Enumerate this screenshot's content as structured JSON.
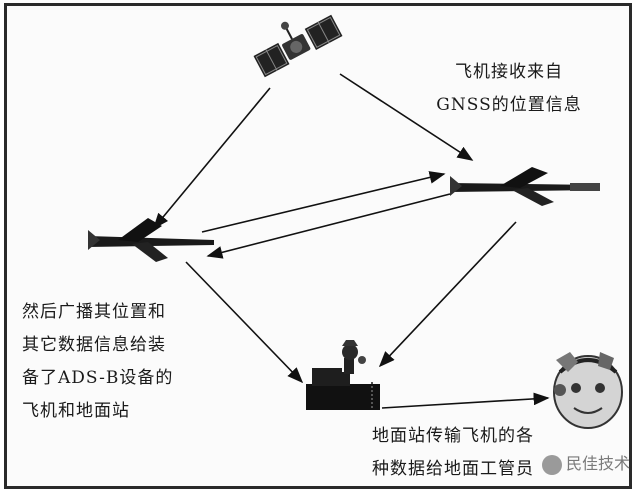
{
  "labels": {
    "gnss": "飞机接收来自\nGNSS的位置信息",
    "broadcast": "然后广播其位置和\n其它数据信息给装\n备了ADS-B设备的\n飞机和地面站",
    "ground": "地面站传输飞机的各\n种数据给地面工管员"
  },
  "watermark": "民佳技术",
  "nodes": [
    "satellite-icon",
    "aircraft-right-icon",
    "aircraft-left-icon",
    "ground-station-icon",
    "controller-icon"
  ]
}
